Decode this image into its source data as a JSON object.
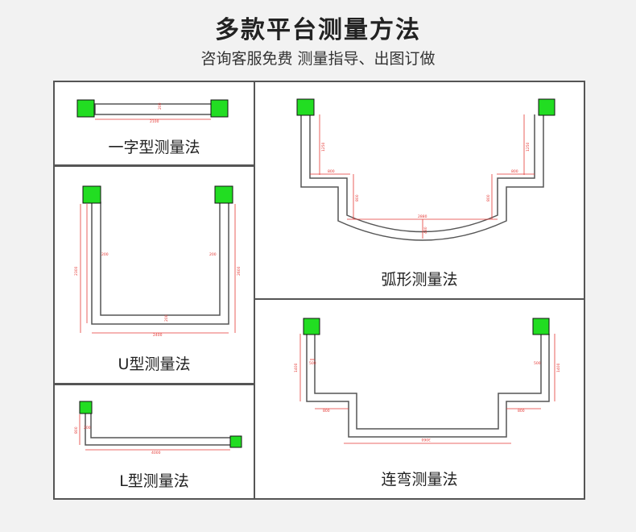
{
  "header": {
    "title": "多款平台测量方法",
    "subtitle": "咨询客服免费 测量指导、出图订做"
  },
  "panels": {
    "straight": {
      "caption": "一字型测量法",
      "dims": [
        "2100",
        "200"
      ]
    },
    "u_shape": {
      "caption": "U型测量法",
      "dims": [
        "2300",
        "200",
        "200",
        "2400",
        "2600",
        "200"
      ]
    },
    "l_shape": {
      "caption": "L型测量法",
      "dims": [
        "200",
        "800",
        "4000"
      ]
    },
    "arc": {
      "caption": "弧形测量法",
      "dims": [
        "1250",
        "800",
        "800",
        "1250",
        "800",
        "800",
        "2880",
        "480"
      ]
    },
    "linked_bend": {
      "caption": "连弯测量法",
      "dims": [
        "1400",
        "500",
        "1400",
        "500",
        "800",
        "800",
        "3060"
      ]
    }
  },
  "colors": {
    "node": "#22dd22",
    "dimension": "#e53935",
    "pipe": "#555555",
    "border": "#555555"
  }
}
